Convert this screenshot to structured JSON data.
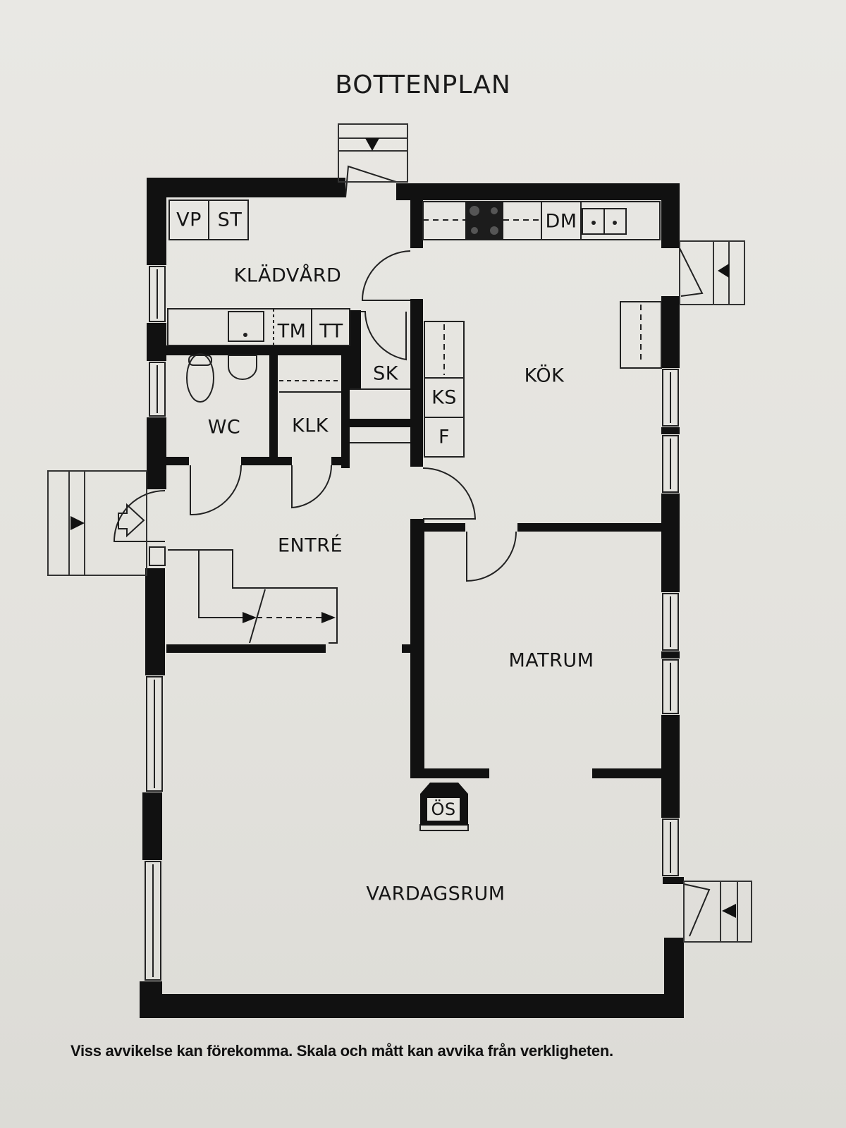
{
  "title": "BOTTENPLAN",
  "rooms": {
    "kladvard": "KLÄDVÅRD",
    "kok": "KÖK",
    "wc": "WC",
    "klk": "KLK",
    "sk": "SK",
    "entre": "ENTRÉ",
    "matrum": "MATRUM",
    "vardagsrum": "VARDAGSRUM"
  },
  "fixtures": {
    "vp": "VP",
    "st": "ST",
    "tm": "TM",
    "tt": "TT",
    "dm": "DM",
    "ks": "KS",
    "f": "F",
    "os": "ÖS"
  },
  "footer": "Viss avvikelse kan förekomma. Skala och mått kan avvika från verkligheten.",
  "colors": {
    "wall": "#111111",
    "paper": "#e6e5e0"
  }
}
